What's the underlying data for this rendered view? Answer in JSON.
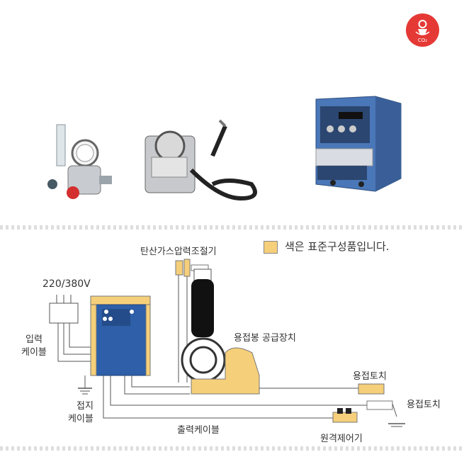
{
  "badge": {
    "text": "CO₂",
    "color": "#e53935"
  },
  "legend": {
    "text": "색은 표준구성품입니다.",
    "color": "#f6cf7a"
  },
  "labels": {
    "voltage": "220/380V",
    "regulator": "탄산가스압력조절기",
    "input_cable_1": "입력",
    "input_cable_2": "케이블",
    "feeder": "용접봉 공급장치",
    "torch_top": "용접토치",
    "torch_right": "용접토치",
    "ground_1": "접지",
    "ground_2": "케이블",
    "output_cable": "출력케이블",
    "remote": "원격제어기"
  },
  "colors": {
    "standard_component": "#f6cf7a",
    "welder_body": "#2e5fa8",
    "line": "#555555"
  }
}
